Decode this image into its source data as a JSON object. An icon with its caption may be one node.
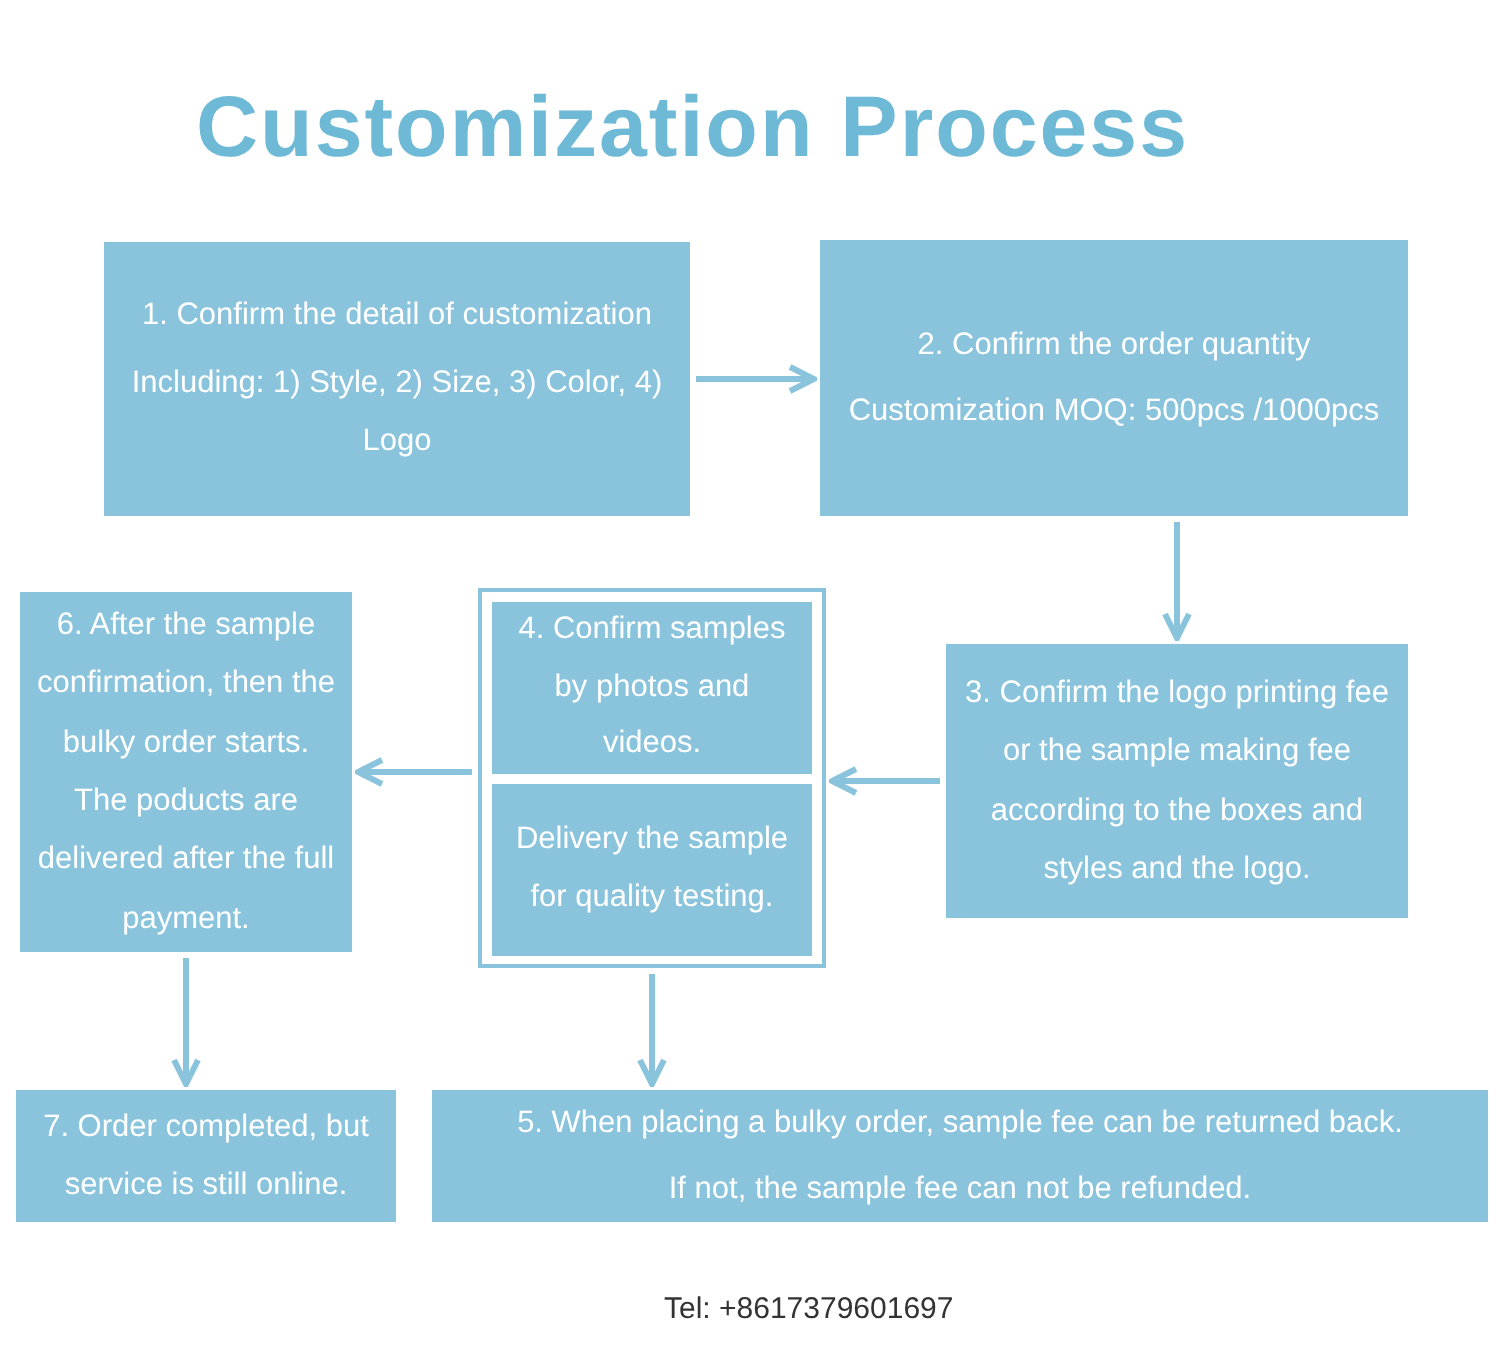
{
  "diagram": {
    "title": "Customization Process",
    "nodes": [
      {
        "text": [
          "1. Confirm the detail of customization",
          "Including: 1) Style, 2) Size, 3) Color, 4) Logo"
        ]
      },
      {
        "text": [
          "2. Confirm the order quantity",
          "Customization MOQ: 500pcs /1000pcs"
        ]
      },
      {
        "text": [
          "3. Confirm the logo printing fee or the sample making fee according to the boxes and styles and the logo."
        ]
      },
      {
        "text": [],
        "shape": "box"
      },
      {
        "text": [
          "4. Confirm samples by photos and videos."
        ],
        "in": 3
      },
      {
        "text": [
          "Delivery the sample for quality testing."
        ],
        "in": 3
      },
      {
        "text": [
          "6. After the sample confirmation, then the bulky order starts. The poducts are delivered after the full payment."
        ]
      },
      {
        "text": [
          "7. Order completed, but service is still online."
        ]
      },
      {
        "text": [
          "5. When placing a bulky order, sample fee can be returned back.",
          "If not, the sample fee can not be refunded."
        ]
      }
    ],
    "edges": [
      {
        "from": 0,
        "to": 1,
        "arrow": "to"
      },
      {
        "from": 1,
        "to": 2,
        "arrow": "to"
      },
      {
        "from": 2,
        "to": 3,
        "arrow": "to"
      },
      {
        "from": 3,
        "to": 6,
        "arrow": "to"
      },
      {
        "from": 6,
        "to": 7,
        "arrow": "to"
      },
      {
        "from": 3,
        "to": 8,
        "arrow": "to"
      }
    ],
    "labels": [
      "Tel: +8617379601697"
    ]
  }
}
